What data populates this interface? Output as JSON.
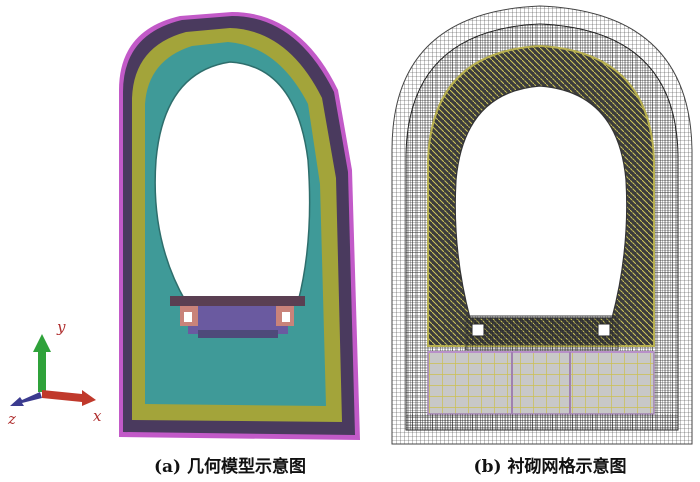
{
  "captions": {
    "geometry": "(a) 几何模型示意图",
    "mesh": "(b) 衬砌网格示意图"
  },
  "axes": {
    "y": "y",
    "z": "z",
    "x": "x"
  },
  "colors": {
    "outer_magenta": "#c25ac8",
    "dark_purple": "#4a3a5e",
    "olive": "#a3a43a",
    "teal": "#3f9a98",
    "slab": "#5a3f52",
    "base": "#6a5aa0",
    "pad": "#c9837a",
    "axis_y": "#2fa23a",
    "axis_x": "#c0392b",
    "axis_z": "#3b3b8f",
    "axis_label": "#b03030"
  }
}
